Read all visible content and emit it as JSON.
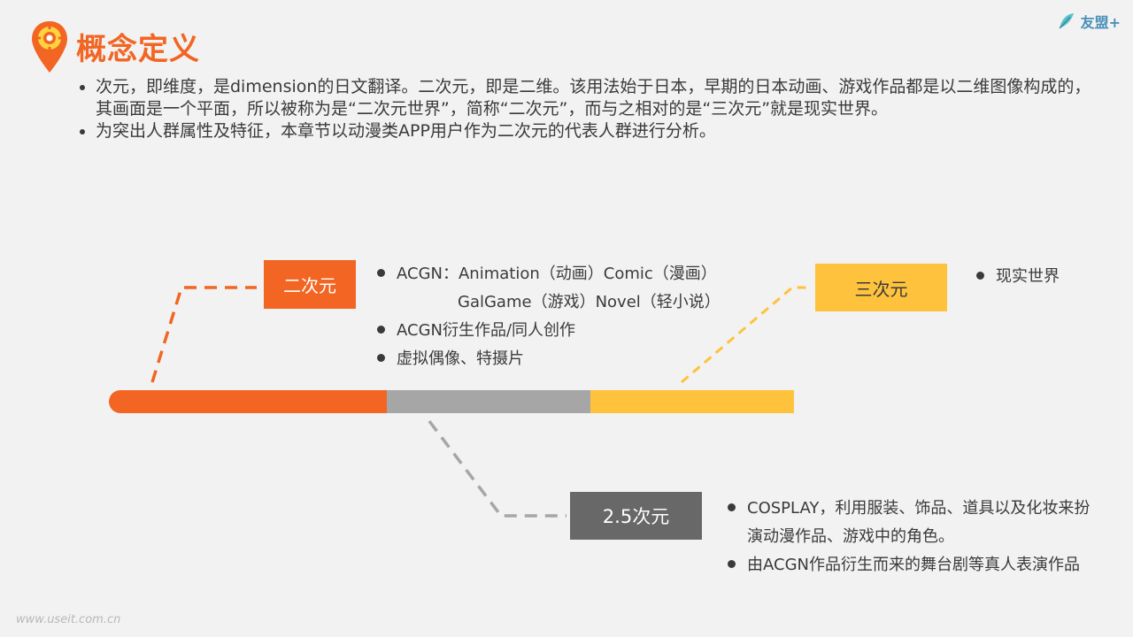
{
  "header": {
    "title": "概念定义",
    "brand": "友盟+"
  },
  "intro": {
    "bullets": [
      "次元，即维度，是dimension的日文翻译。二次元，即是二维。该用法始于日本，早期的日本动画、游戏作品都是以二维图像构成的，其画面是一个平面，所以被称为是“二次元世界”，简称“二次元”，而与之相对的是“三次元”就是现实世界。",
      "为突出人群属性及特征，本章节以动漫类APP用户作为二次元的代表人群进行分析。"
    ]
  },
  "diagram": {
    "two_d": {
      "label": "二次元",
      "line1": "ACGN：Animation（动画）Comic（漫画）",
      "line2": "GalGame（游戏）Novel（轻小说）",
      "line3": "ACGN衍生作品/同人创作",
      "line4": "虚拟偶像、特摄片"
    },
    "three_d": {
      "label": "三次元",
      "line1": "现实世界"
    },
    "two_half_d": {
      "label": "2.5次元",
      "line1": "COSPLAY，利用服装、饰品、道具以及化妆来扮",
      "line2": "演动漫作品、游戏中的角色。",
      "line3": "由ACGN作品衍生而来的舞台剧等真人表演作品"
    },
    "colors": {
      "orange": "#f26522",
      "gray": "#a6a6a6",
      "dark_gray": "#686868",
      "yellow": "#ffc23d"
    }
  },
  "footer": {
    "watermark": "www.useit.com.cn"
  }
}
